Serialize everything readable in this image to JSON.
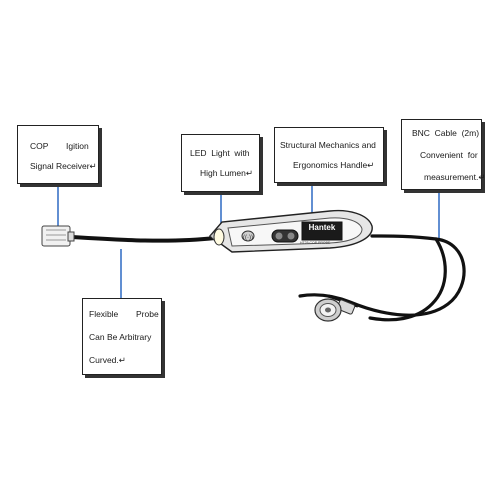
{
  "callouts": {
    "cop": {
      "line1a": "COP",
      "line1b": "Igition",
      "line2": "Signal Receiver↵"
    },
    "led": {
      "line1": "LED  Light  with",
      "line2": "High Lumen↵"
    },
    "handle": {
      "line1": "Structural Mechanics and",
      "line2": "Ergonomics Handle↵"
    },
    "bnc": {
      "line1": "BNC  Cable  (2m)",
      "line2": "Convenient  for",
      "line3": "measurement.↵"
    },
    "probe": {
      "line1a": "Flexible",
      "line1b": "Probe",
      "line2": "Can Be Arbitrary",
      "line3": "Curved.↵"
    }
  },
  "device": {
    "brand": "Hantek",
    "model_text": "HT25 COP PROBE"
  },
  "colors": {
    "leader_line": "#3a73c6",
    "cable": "#111111",
    "body": "#e6e6e6"
  }
}
